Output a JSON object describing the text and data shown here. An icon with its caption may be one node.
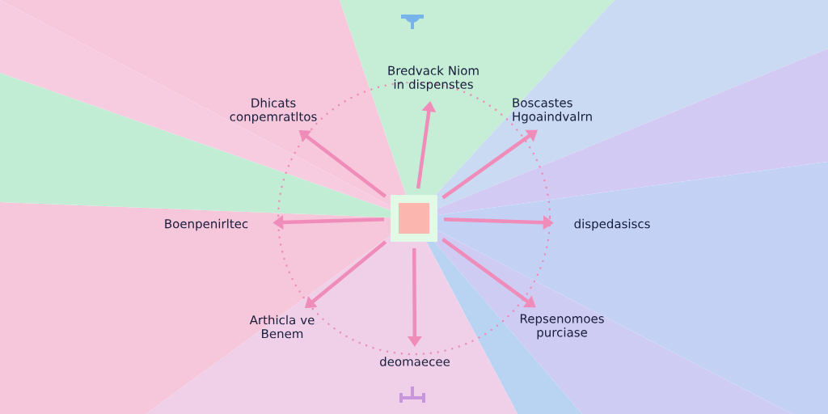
{
  "diagram": {
    "nodes": [
      {
        "text": [],
        "shape": "box"
      },
      {
        "text": [
          "Bredvack Niom in dispenstes"
        ]
      },
      {
        "text": [
          "Dhicats conpemratltos"
        ]
      },
      {
        "text": [
          "Boscastes Hgoaindvalrn"
        ]
      },
      {
        "text": [
          "Boenpenirltec"
        ]
      },
      {
        "text": [
          "dispedasiscs"
        ]
      },
      {
        "text": [
          "Arthicla ve Benem"
        ]
      },
      {
        "text": [
          "Repsenomoes purciase"
        ]
      },
      {
        "text": [
          "deomaecee"
        ]
      }
    ],
    "edges": [
      {
        "from": 0,
        "to": 1,
        "arrow": "to"
      },
      {
        "from": 0,
        "to": 2,
        "arrow": "to"
      },
      {
        "from": 0,
        "to": 3,
        "arrow": "to"
      },
      {
        "from": 0,
        "to": 4,
        "arrow": "to"
      },
      {
        "from": 0,
        "to": 5,
        "arrow": "to"
      },
      {
        "from": 0,
        "to": 6,
        "arrow": "to"
      },
      {
        "from": 0,
        "to": 7,
        "arrow": "to"
      },
      {
        "from": 0,
        "to": 8,
        "arrow": "to"
      }
    ]
  }
}
